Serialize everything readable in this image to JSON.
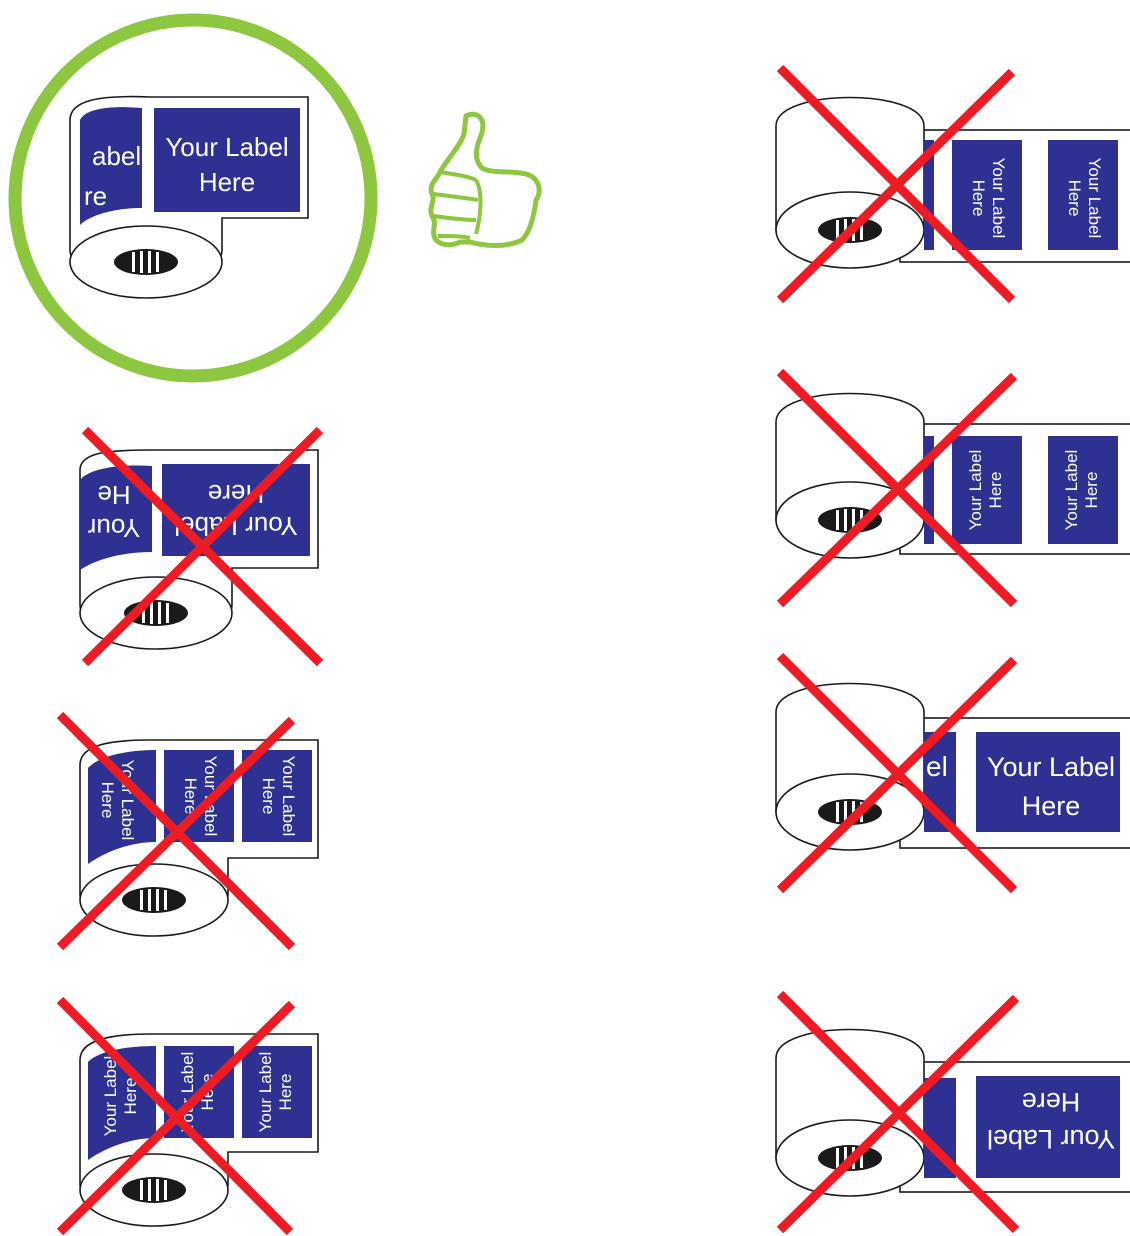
{
  "label_text": {
    "line1": "Your Label",
    "line2": "Here"
  },
  "partial_text": {
    "front_line1": "abel",
    "front_line2": "re",
    "upside_line1": "Your",
    "upside_line2": "He",
    "right_partial": "el"
  },
  "colors": {
    "label_blue": "#2e3192",
    "approve_green": "#8dc63f",
    "reject_red": "#ed1c24",
    "outline": "#1a1a1a"
  },
  "icons": {
    "approve": "thumbs-up-icon",
    "reject": "red-x-icon"
  },
  "examples": [
    {
      "id": "correct",
      "status": "correct"
    },
    {
      "id": "upside-down",
      "status": "incorrect"
    },
    {
      "id": "rotated-cw-3-across",
      "status": "incorrect"
    },
    {
      "id": "rotated-ccw-3-across",
      "status": "incorrect"
    },
    {
      "id": "side-vertical-cw",
      "status": "incorrect"
    },
    {
      "id": "side-vertical-ccw",
      "status": "incorrect"
    },
    {
      "id": "side-horizontal",
      "status": "incorrect"
    },
    {
      "id": "side-upside-down",
      "status": "incorrect"
    }
  ]
}
